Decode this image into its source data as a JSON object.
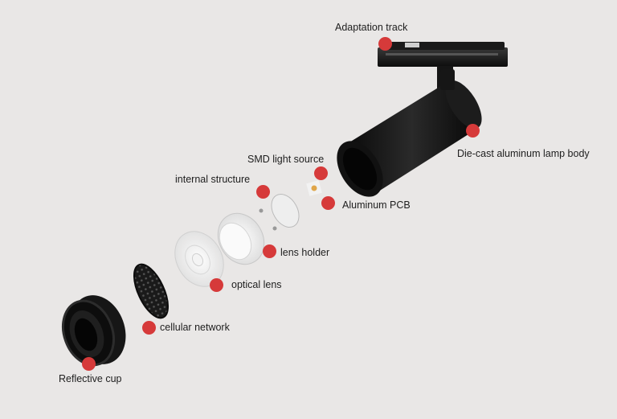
{
  "colors": {
    "background": "#e9e7e6",
    "marker": "#d63a3a",
    "body": "#141414",
    "label_text": "#1e1e1e"
  },
  "labels": {
    "adaptation_track": "Adaptation track",
    "lamp_body": "Die-cast aluminum lamp body",
    "smd_light_source": "SMD light source",
    "internal_structure": "internal structure",
    "aluminum_pcb": "Aluminum PCB",
    "lens_holder": "lens holder",
    "optical_lens": "optical lens",
    "cellular_network": "cellular network",
    "reflective_cup": "Reflective cup"
  }
}
